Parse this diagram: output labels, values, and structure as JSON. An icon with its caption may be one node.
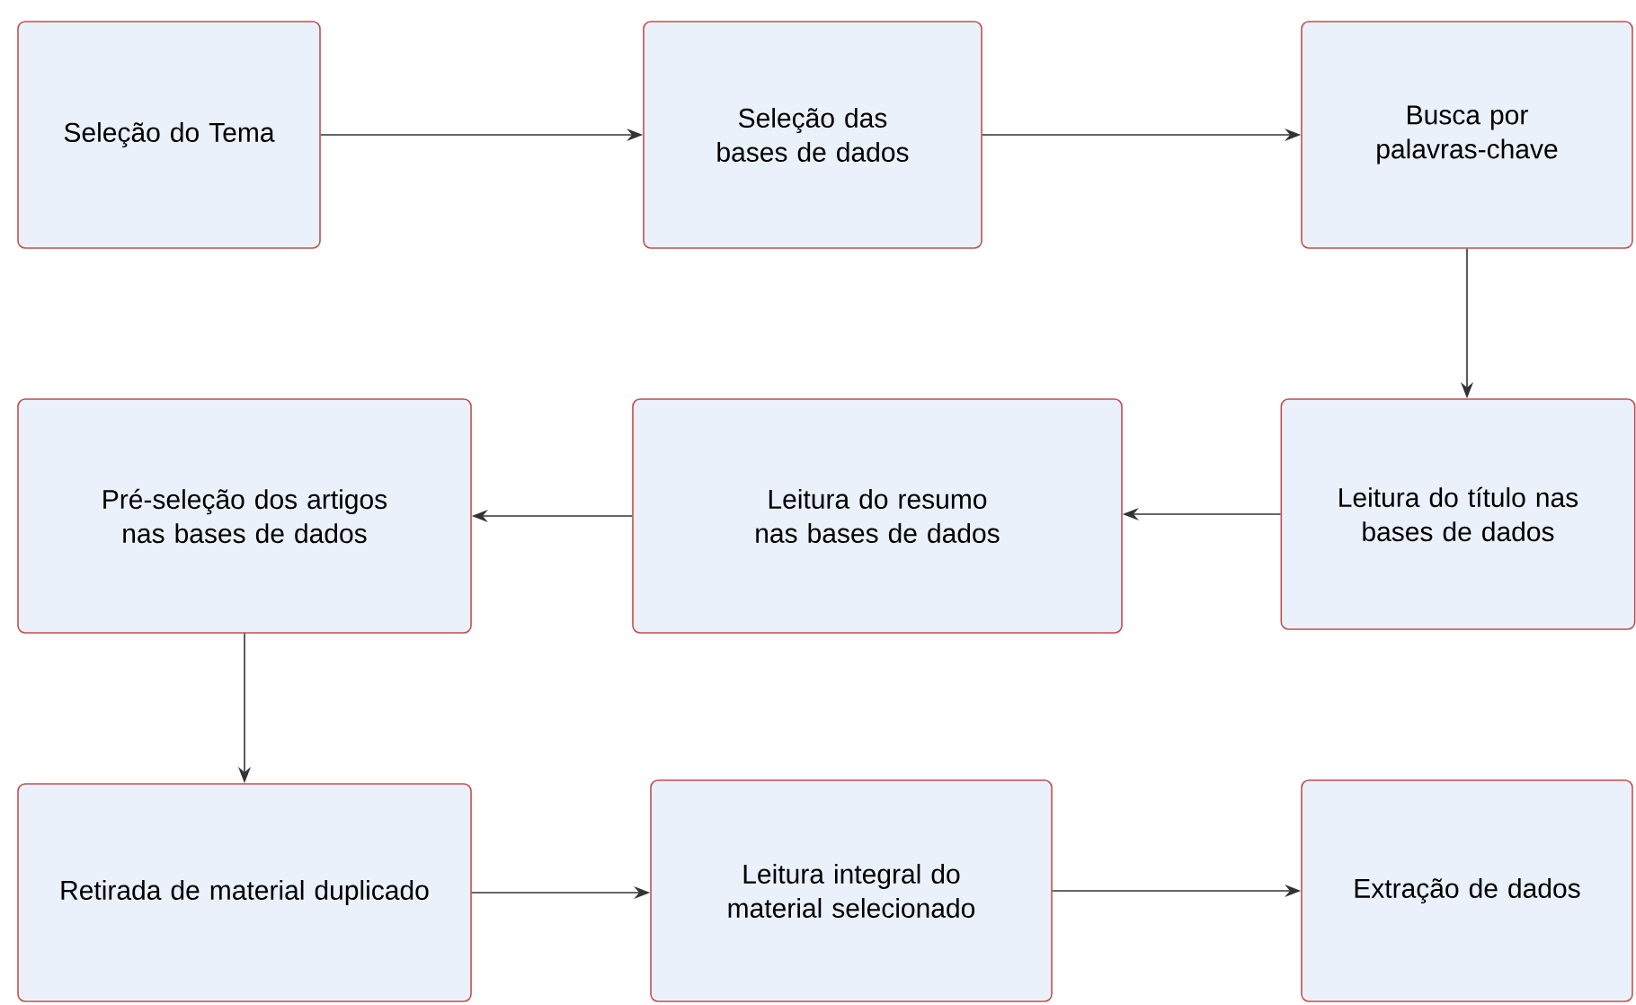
{
  "diagram": {
    "nodes": [
      {
        "text": [
          "Seleção do Tema"
        ]
      },
      {
        "text": [
          "Seleção das bases de dados"
        ]
      },
      {
        "text": [
          "Busca por palavras-chave"
        ]
      },
      {
        "text": [
          "Leitura do título nas bases de dados"
        ]
      },
      {
        "text": [
          "Leitura do resumo nas bases de dados"
        ]
      },
      {
        "text": [
          "Pré-seleção dos artigos nas bases de dados"
        ]
      },
      {
        "text": [
          "Retirada de material duplicado"
        ]
      },
      {
        "text": [
          "Leitura integral do material selecionado"
        ]
      },
      {
        "text": [
          "Extração de dados"
        ]
      }
    ],
    "edges": [
      {
        "from": 0,
        "to": 1,
        "arrow": "to"
      },
      {
        "from": 1,
        "to": 2,
        "arrow": "to"
      },
      {
        "from": 2,
        "to": 3,
        "arrow": "to"
      },
      {
        "from": 3,
        "to": 4,
        "arrow": "to"
      },
      {
        "from": 4,
        "to": 5,
        "arrow": "to"
      },
      {
        "from": 5,
        "to": 6,
        "arrow": "to"
      },
      {
        "from": 6,
        "to": 7,
        "arrow": "to"
      },
      {
        "from": 7,
        "to": 8,
        "arrow": "to"
      }
    ]
  }
}
